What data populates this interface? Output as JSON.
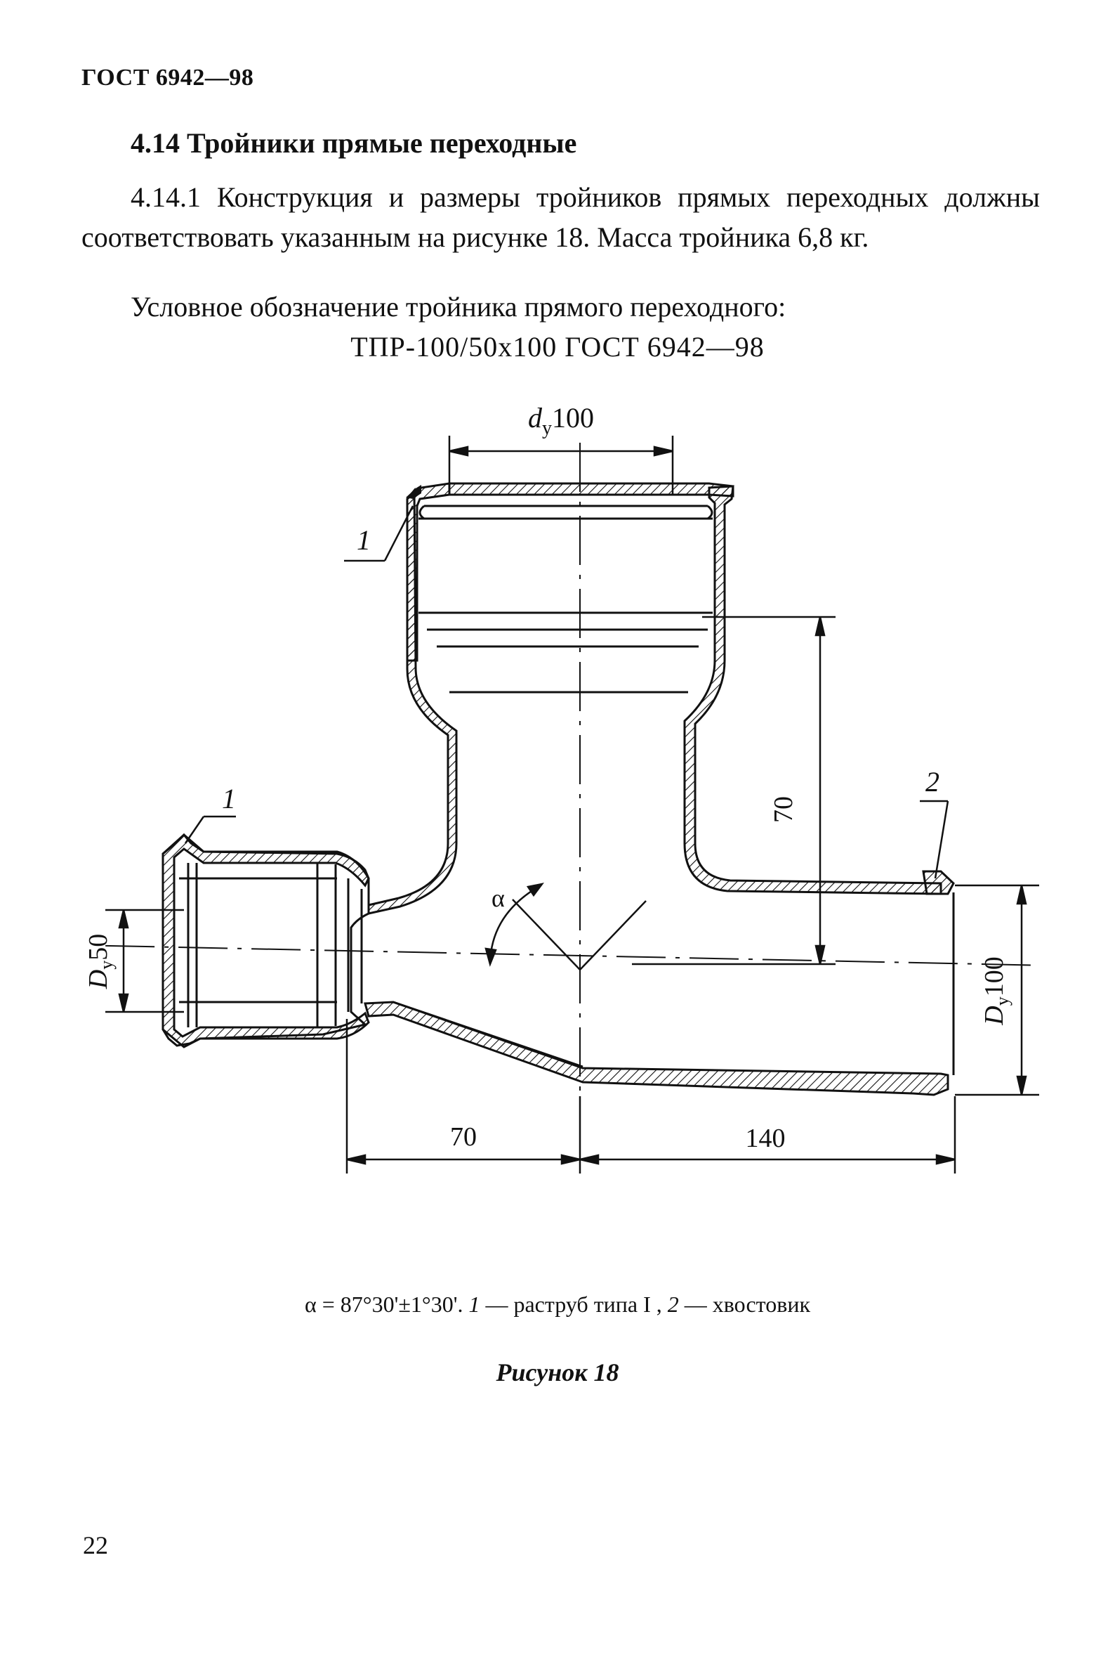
{
  "header": {
    "standard": "ГОСТ 6942—98"
  },
  "section": {
    "title": "4.14 Тройники прямые переходные",
    "paragraph_1": "4.14.1 Конструкция и размеры тройников прямых переходных должны соответствовать указанным на рисунке 18. Масса тройника 6,8 кг.",
    "paragraph_2": "Условное обозначение тройника прямого переходного:",
    "designation": "ТПР-100/50х100 ГОСТ 6942—98"
  },
  "figure": {
    "top_bore": {
      "symbol": "d",
      "subscript": "y",
      "value": "100"
    },
    "left_bore": {
      "symbol": "D",
      "subscript": "y",
      "value": "50"
    },
    "right_bore": {
      "symbol": "D",
      "subscript": "y",
      "value": "100"
    },
    "dim_height": "70",
    "dim_left": "70",
    "dim_right": "140",
    "angle_symbol": "α",
    "callout_socket": "1",
    "callout_spigot": "2",
    "caption": {
      "alpha": "α = 87°30'±1°30'.",
      "item1_num": "1",
      "item1_text": "— раструб типа I ,",
      "item2_num": "2",
      "item2_text": "— хвостовик"
    },
    "label": "Рисунок 18"
  },
  "page_number": "22"
}
